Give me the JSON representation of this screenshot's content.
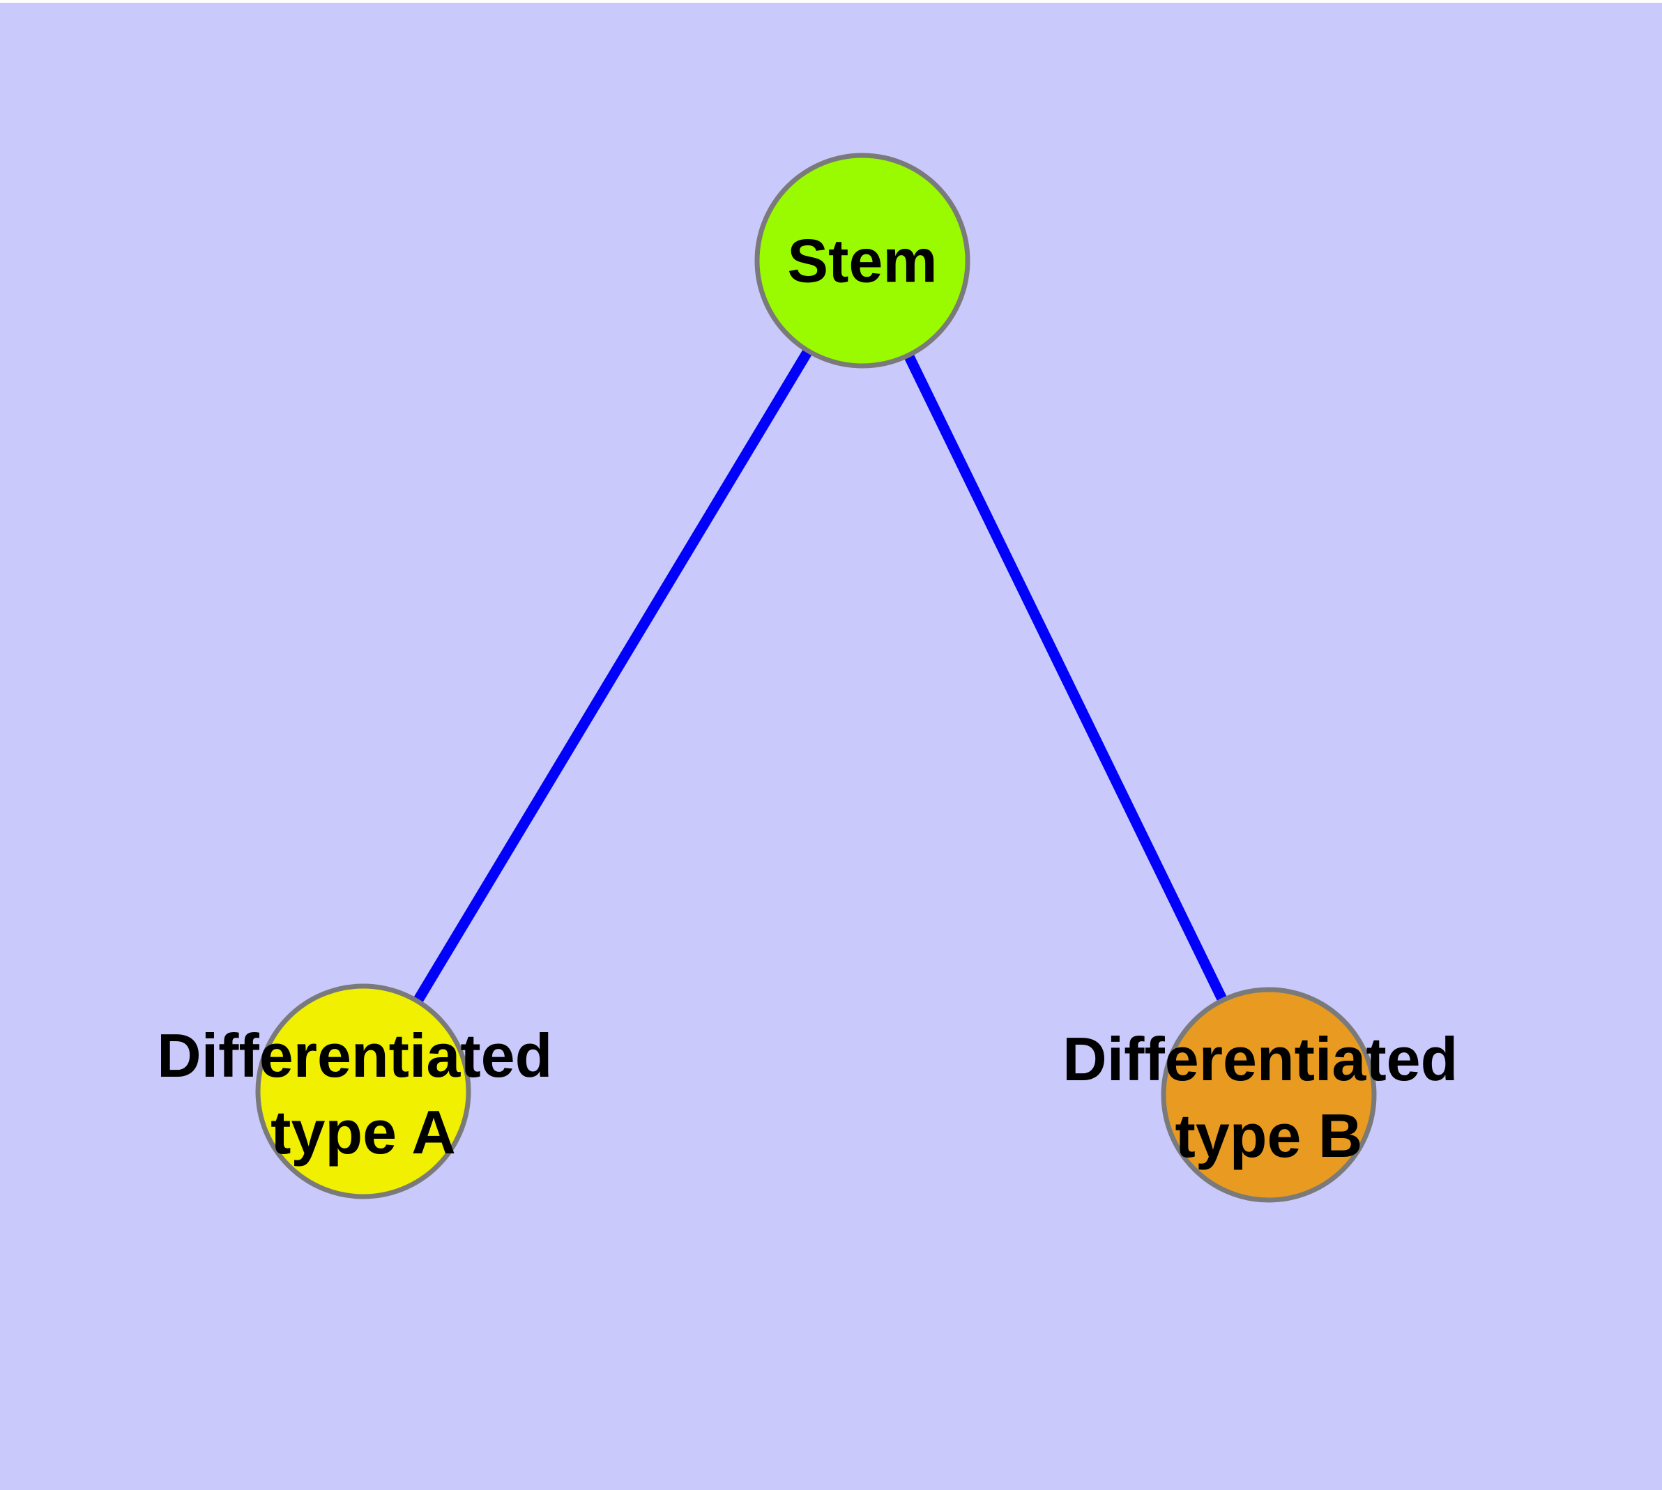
{
  "canvas": {
    "background_color": "#C9C9FB",
    "top_edge_color": "#FDFDFD"
  },
  "nodes": [
    {
      "id": "stem",
      "label": "Stem",
      "label_lines": [
        "Stem"
      ],
      "fill_color": "#9AFB00",
      "border_color": "#7A7A7A",
      "text_color": "#000000"
    },
    {
      "id": "differentiated-type-a",
      "label": "Differentiated type A",
      "label_lines": [
        "Differentiated",
        "type A"
      ],
      "fill_color": "#F0F000",
      "border_color": "#7A7A7A",
      "text_color": "#000000"
    },
    {
      "id": "differentiated-type-b",
      "label": "Differentiated type B",
      "label_lines": [
        "Differentiated",
        "type B"
      ],
      "fill_color": "#E89B20",
      "border_color": "#7A7A7A",
      "text_color": "#000000"
    }
  ],
  "edges": [
    {
      "from": "stem",
      "to": "differentiated-type-a",
      "color": "#0000FB"
    },
    {
      "from": "stem",
      "to": "differentiated-type-b",
      "color": "#0000FB"
    }
  ]
}
